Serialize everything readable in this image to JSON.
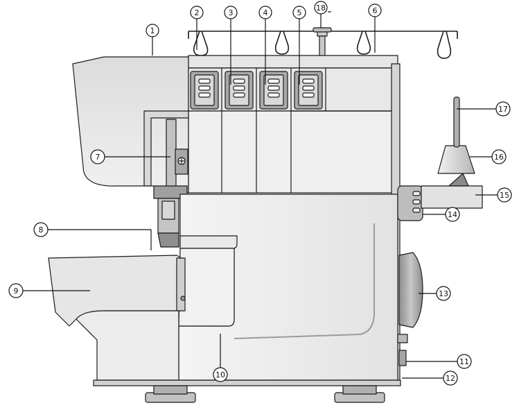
{
  "colors": {
    "outline": "#1a1a1a",
    "body_light": "#ebebeb",
    "body_mid": "#d6d6d6",
    "body_dark": "#9e9e9e",
    "metal": "#bdbdbd",
    "callout_line": "#111111"
  },
  "callouts": [
    {
      "id": "1",
      "label": "1"
    },
    {
      "id": "2",
      "label": "2"
    },
    {
      "id": "3",
      "label": "3"
    },
    {
      "id": "4",
      "label": "4"
    },
    {
      "id": "5",
      "label": "5"
    },
    {
      "id": "6",
      "label": "6"
    },
    {
      "id": "7",
      "label": "7"
    },
    {
      "id": "8",
      "label": "8"
    },
    {
      "id": "9",
      "label": "9"
    },
    {
      "id": "10",
      "label": "10"
    },
    {
      "id": "11",
      "label": "11"
    },
    {
      "id": "12",
      "label": "12"
    },
    {
      "id": "13",
      "label": "13"
    },
    {
      "id": "14",
      "label": "14"
    },
    {
      "id": "15",
      "label": "15"
    },
    {
      "id": "16",
      "label": "16"
    },
    {
      "id": "17",
      "label": "17"
    },
    {
      "id": "18",
      "label": "18"
    }
  ]
}
